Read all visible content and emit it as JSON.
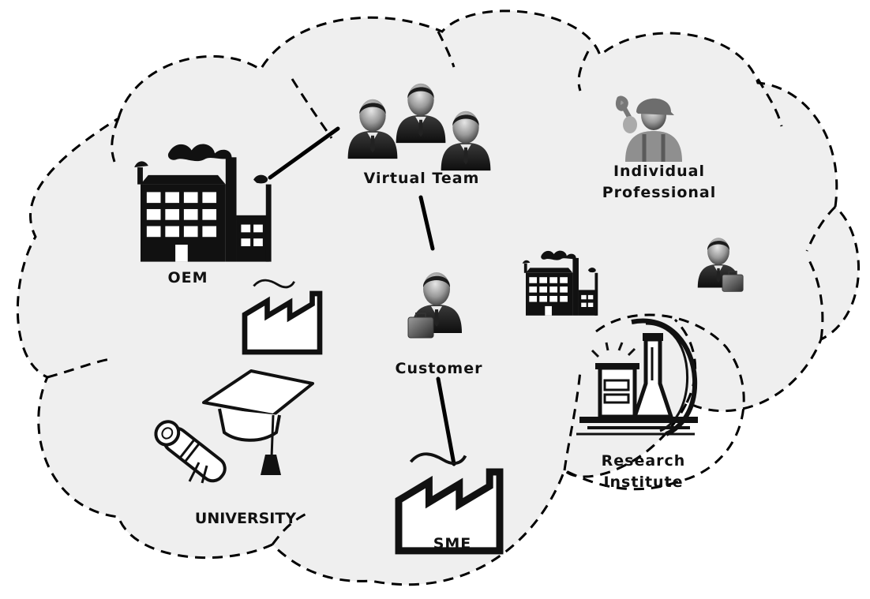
{
  "nodes": {
    "virtual_team": "Virtual Team",
    "individual_professional_1": "Individual",
    "individual_professional_2": "Professional",
    "oem": "OEM",
    "customer": "Customer",
    "university": "UNIVERSITY",
    "sme": "SME",
    "research_institute_1": "Research",
    "research_institute_2": "Institute"
  },
  "colors": {
    "cloud_fill": "#efefef",
    "stroke": "#000000",
    "icon_dark": "#1a1a1a",
    "icon_mid": "#6b6b6b",
    "icon_light": "#bdbdbd"
  }
}
